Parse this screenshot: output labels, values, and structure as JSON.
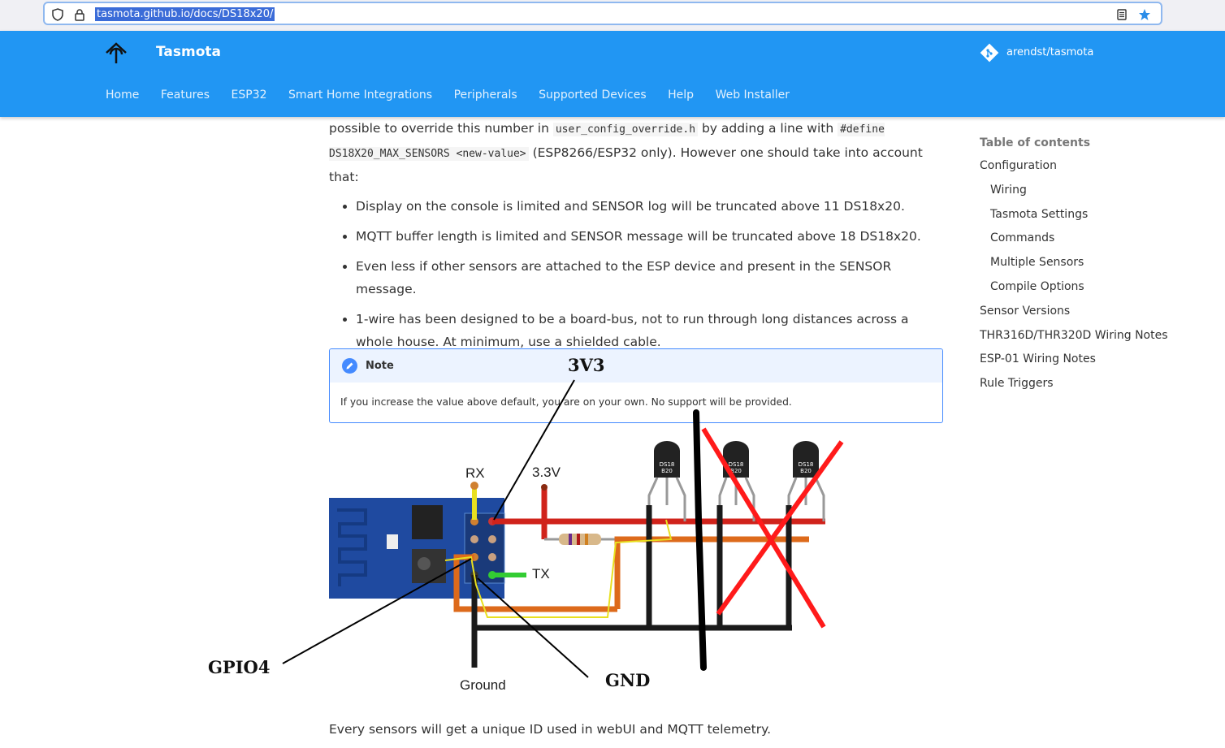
{
  "browser": {
    "url": "tasmota.github.io/docs/DS18x20/"
  },
  "header": {
    "site_title": "Tasmota",
    "repo": "arendst/tasmota",
    "tabs": [
      "Home",
      "Features",
      "ESP32",
      "Smart Home Integrations",
      "Peripherals",
      "Supported Devices",
      "Help",
      "Web Installer"
    ]
  },
  "content": {
    "intro_1": "possible to override this number in ",
    "intro_code_1": "user_config_override.h",
    "intro_2": " by adding a line with ",
    "intro_code_2": "#define DS18X20_MAX_SENSORS <new-value>",
    "intro_3": " (ESP8266/ESP32 only). However one should take into account that:",
    "bullets": [
      "Display on the console is limited and SENSOR log will be truncated above 11 DS18x20.",
      "MQTT buffer length is limited and SENSOR message will be truncated above 18 DS18x20.",
      "Even less if other sensors are attached to the ESP device and present in the SENSOR message.",
      "1-wire has been designed to be a board-bus, not to run through long distances across a whole house. At minimum, use a shielded cable."
    ],
    "note_title": "Note",
    "note_text": "If you increase the value above default, you are on your own. No support will be provided.",
    "after_text": "Every sensors will get a unique ID used in webUI and MQTT telemetry."
  },
  "diagram": {
    "labels": {
      "rx": "RX",
      "v33": "3.3V",
      "tx": "TX",
      "ground": "Ground",
      "chip": "DS18\nB20"
    },
    "annotations": {
      "v3": "3V3",
      "gpio4": "GPIO4",
      "gnd": "GND"
    }
  },
  "toc": {
    "title": "Table of contents",
    "items": [
      {
        "label": "Configuration",
        "level": 0
      },
      {
        "label": "Wiring",
        "level": 1
      },
      {
        "label": "Tasmota Settings",
        "level": 1
      },
      {
        "label": "Commands",
        "level": 1
      },
      {
        "label": "Multiple Sensors",
        "level": 1
      },
      {
        "label": "Compile Options",
        "level": 1
      },
      {
        "label": "Sensor Versions",
        "level": 0
      },
      {
        "label": "THR316D/THR320D Wiring Notes",
        "level": 0
      },
      {
        "label": "ESP-01 Wiring Notes",
        "level": 0
      },
      {
        "label": "Rule Triggers",
        "level": 0
      }
    ]
  },
  "colors": {
    "header": "#2196f3",
    "note_border": "#448aff",
    "wire_red": "#d0231b",
    "wire_orange": "#dd6a1b",
    "wire_black": "#1a1a1a",
    "cross_red": "#ff1a1a"
  }
}
